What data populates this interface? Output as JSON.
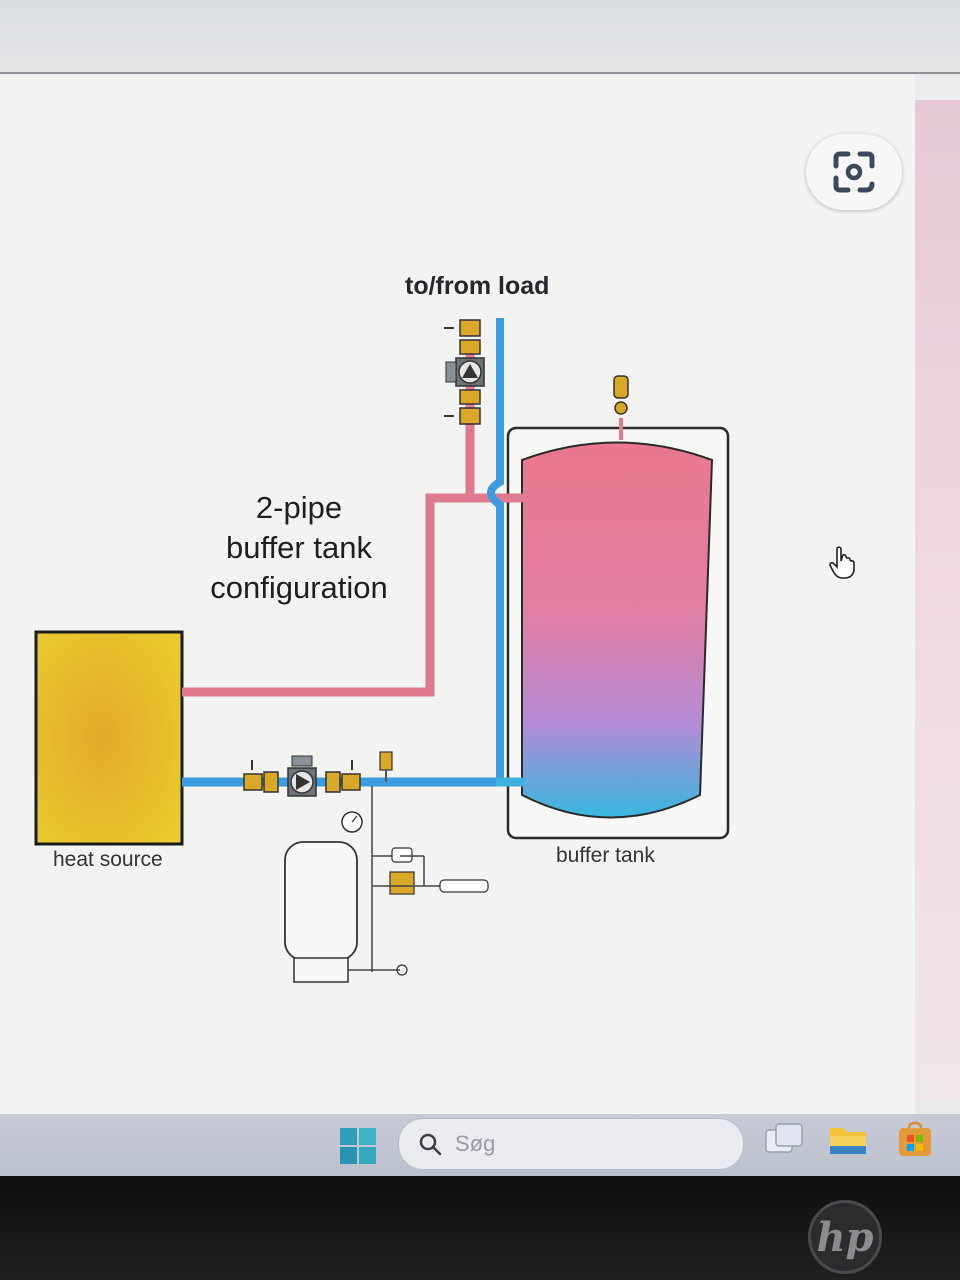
{
  "diagram": {
    "label_load": "to/from load",
    "title_lines": [
      "2-pipe",
      "buffer tank",
      "configuration"
    ],
    "label_heat_source": "heat source",
    "label_buffer_tank": "buffer tank",
    "colors": {
      "supply_pipe": "#e07a8e",
      "return_pipe": "#3b9be0",
      "heat_source_fill": "#e8c229",
      "tank_top": "#e9788d",
      "tank_bottom": "#37b7de"
    }
  },
  "lens": {
    "icon": "google-lens-icon"
  },
  "taskbar": {
    "search_placeholder": "Søg",
    "start_icon": "windows-start-icon",
    "task_view_icon": "task-view-icon",
    "file_explorer_icon": "folder-icon",
    "store_icon": "store-icon"
  },
  "bezel": {
    "brand": "hp"
  }
}
